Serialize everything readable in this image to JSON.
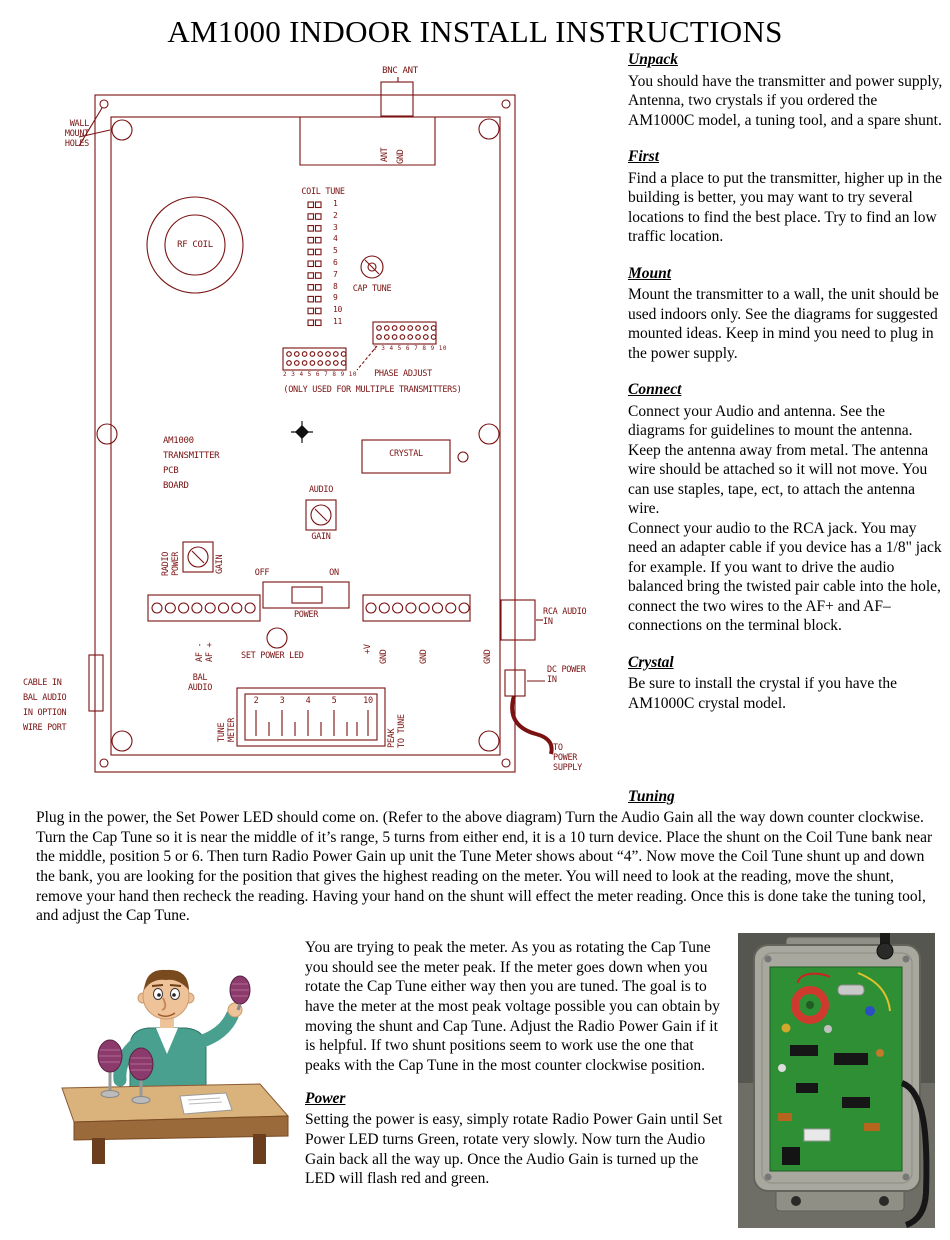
{
  "page": {
    "title": "AM1000 INDOOR INSTALL INSTRUCTIONS"
  },
  "sections": {
    "unpack": {
      "heading": "Unpack",
      "body": "You should have the transmitter and power supply, Antenna, two crystals if you ordered the AM1000C model, a tuning tool, and a spare shunt."
    },
    "first": {
      "heading": "First",
      "body": "Find a place to put the transmitter, higher up in the building is better, you may want to try several locations to find the best place. Try to find an low traffic location."
    },
    "mount": {
      "heading": "Mount",
      "body": "Mount the transmitter to a wall, the unit should be used indoors only. See the diagrams for suggested mounted ideas. Keep in mind you need to plug in the power supply."
    },
    "connect": {
      "heading": "Connect",
      "body": "Connect your Audio and antenna. See the diagrams for guidelines to mount the antenna. Keep the antenna away from metal. The antenna wire should be attached so it will not move. You can use staples, tape, ect, to attach the antenna wire.\nConnect your audio to the RCA jack. You may need an adapter cable if you device has a 1/8\" jack for example. If you want to drive the audio balanced bring the twisted pair cable into the hole, connect the two wires to the AF+ and AF– connections on the terminal block."
    },
    "crystal": {
      "heading": "Crystal",
      "body": "Be sure to install the crystal if you have the AM1000C crystal model."
    },
    "tuning": {
      "heading": "Tuning",
      "body": "Plug in the power, the Set Power LED should come on. (Refer to the above diagram) Turn the Audio Gain all the way down counter clockwise. Turn the Cap Tune so it is near the middle of it’s range, 5 turns from either end, it is a 10 turn device. Place the shunt on the Coil Tune bank near the middle, position 5 or 6. Then turn Radio Power Gain up unit the Tune Meter shows about “4”. Now move the Coil Tune shunt up and down the bank, you are looking for the position that gives the highest reading on the meter. You will need to look at the reading, move the shunt, remove your hand then recheck the reading. Having your hand on the shunt will effect the meter reading. Once this is done take the tuning tool, and adjust the Cap Tune."
    },
    "peak": {
      "body": "You are trying to peak the meter. As you as rotating the Cap Tune you should see the meter peak. If the meter goes down when you rotate the Cap Tune either way then you are tuned. The goal is to have the meter at the most peak voltage possible you can obtain by moving the shunt and Cap Tune. Adjust the Radio Power Gain if it is helpful. If two shunt positions seem to work use the one that peaks with the Cap Tune in the most counter clockwise position."
    },
    "power": {
      "heading": "Power",
      "body": "Setting the power is easy,  simply rotate Radio Power Gain until Set Power LED turns Green, rotate very slowly. Now turn the Audio Gain back all the way up. Once the Audio Gain is turned up the LED will flash red and green."
    }
  },
  "diagram": {
    "labels": {
      "bnc_ant": "BNC ANT",
      "wall_mount_holes": "WALL\nMOUNT\nHOLES",
      "ant": "ANT",
      "gnd_top": "GND",
      "coil_tune": "COIL TUNE",
      "coil_pins": "1\n2\n3\n4\n5\n6\n7\n8\n9\n10\n11",
      "rf_coil": "RF COIL",
      "cap_tune": "CAP TUNE",
      "phase_pins_right": "2 3 4 5 6 7 8 9 10",
      "phase_pins_left": "2 3 4 5 6 7 8 9 10",
      "phase_adjust": "PHASE ADJUST",
      "phase_note": "(ONLY USED FOR MULTIPLE TRANSMITTERS)",
      "pcb": "AM1000\nTRANSMITTER\nPCB\nBOARD",
      "crystal": "CRYSTAL",
      "audio": "AUDIO",
      "audio_gain": "GAIN",
      "radio_power": "RADIO\nPOWER",
      "radio_gain": "GAIN",
      "off": "OFF",
      "on": "ON",
      "power": "POWER",
      "af": "AF -\nAF +",
      "set_power_led": "SET POWER LED",
      "bal_audio": "BAL\nAUDIO",
      "rca_audio_in": "RCA AUDIO\nIN",
      "v_plus": "+V",
      "gnd_1": "GND",
      "gnd_2": "GND",
      "gnd_3": "GND",
      "dc_power_in": "DC POWER\nIN",
      "cable_port": "CABLE IN\nBAL AUDIO\nIN OPTION\nWIRE PORT",
      "tune_meter": "TUNE\nMETER",
      "meter_scale": [
        "2",
        "3",
        "4",
        "5",
        "10"
      ],
      "peak_to_tune": "PEAK\nTO TUNE",
      "to_power_supply": "TO\nPOWER\nSUPPLY"
    }
  },
  "images": {
    "cartoon": "cartoon announcer with microphones",
    "photo": "AM1000 transmitter interior photo"
  },
  "colors": {
    "diagram_line": "#7a1212",
    "text": "#000000"
  }
}
